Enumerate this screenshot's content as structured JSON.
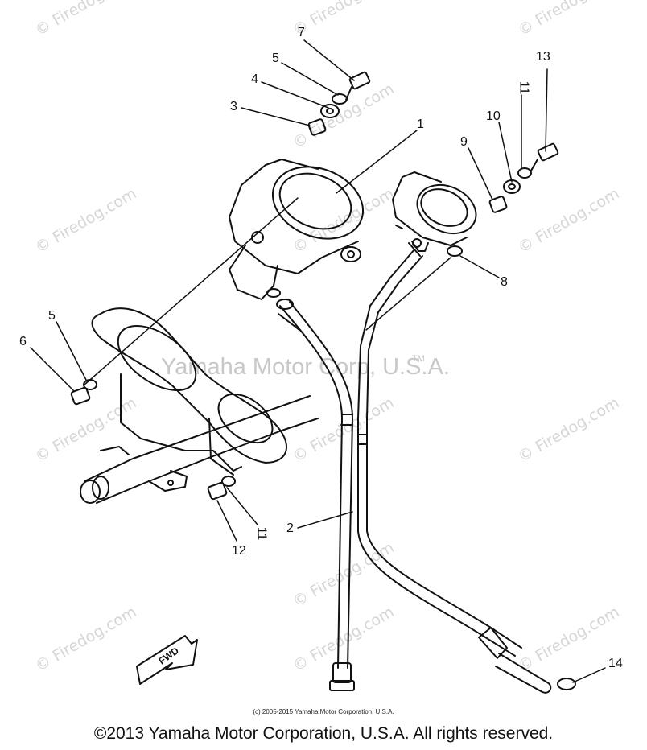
{
  "watermarks": [
    "© Firedog.com",
    "© Firedog.com",
    "© Firedog.com",
    "© Firedog.com",
    "© Firedog.com",
    "© Firedog.com",
    "© Firedog.com",
    "© Firedog.com",
    "© Firedog.com",
    "© Firedog.com",
    "© Firedog.com",
    "© Firedog.com",
    "© Firedog.com",
    "© Firedog.com"
  ],
  "center_watermark": "Yamaha Motor Corp, U.S.A.",
  "trademark": "TM",
  "part_numbers": [
    "1",
    "2",
    "3",
    "4",
    "5",
    "5",
    "6",
    "7",
    "8",
    "9",
    "10",
    "11",
    "11",
    "12",
    "13",
    "14"
  ],
  "fwd_label": "FWD",
  "copyright_small": "(c) 2005-2015 Yamaha Motor Corporation, U.S.A.",
  "copyright_main": "©2013 Yamaha Motor Corporation, U.S.A. All rights reserved."
}
